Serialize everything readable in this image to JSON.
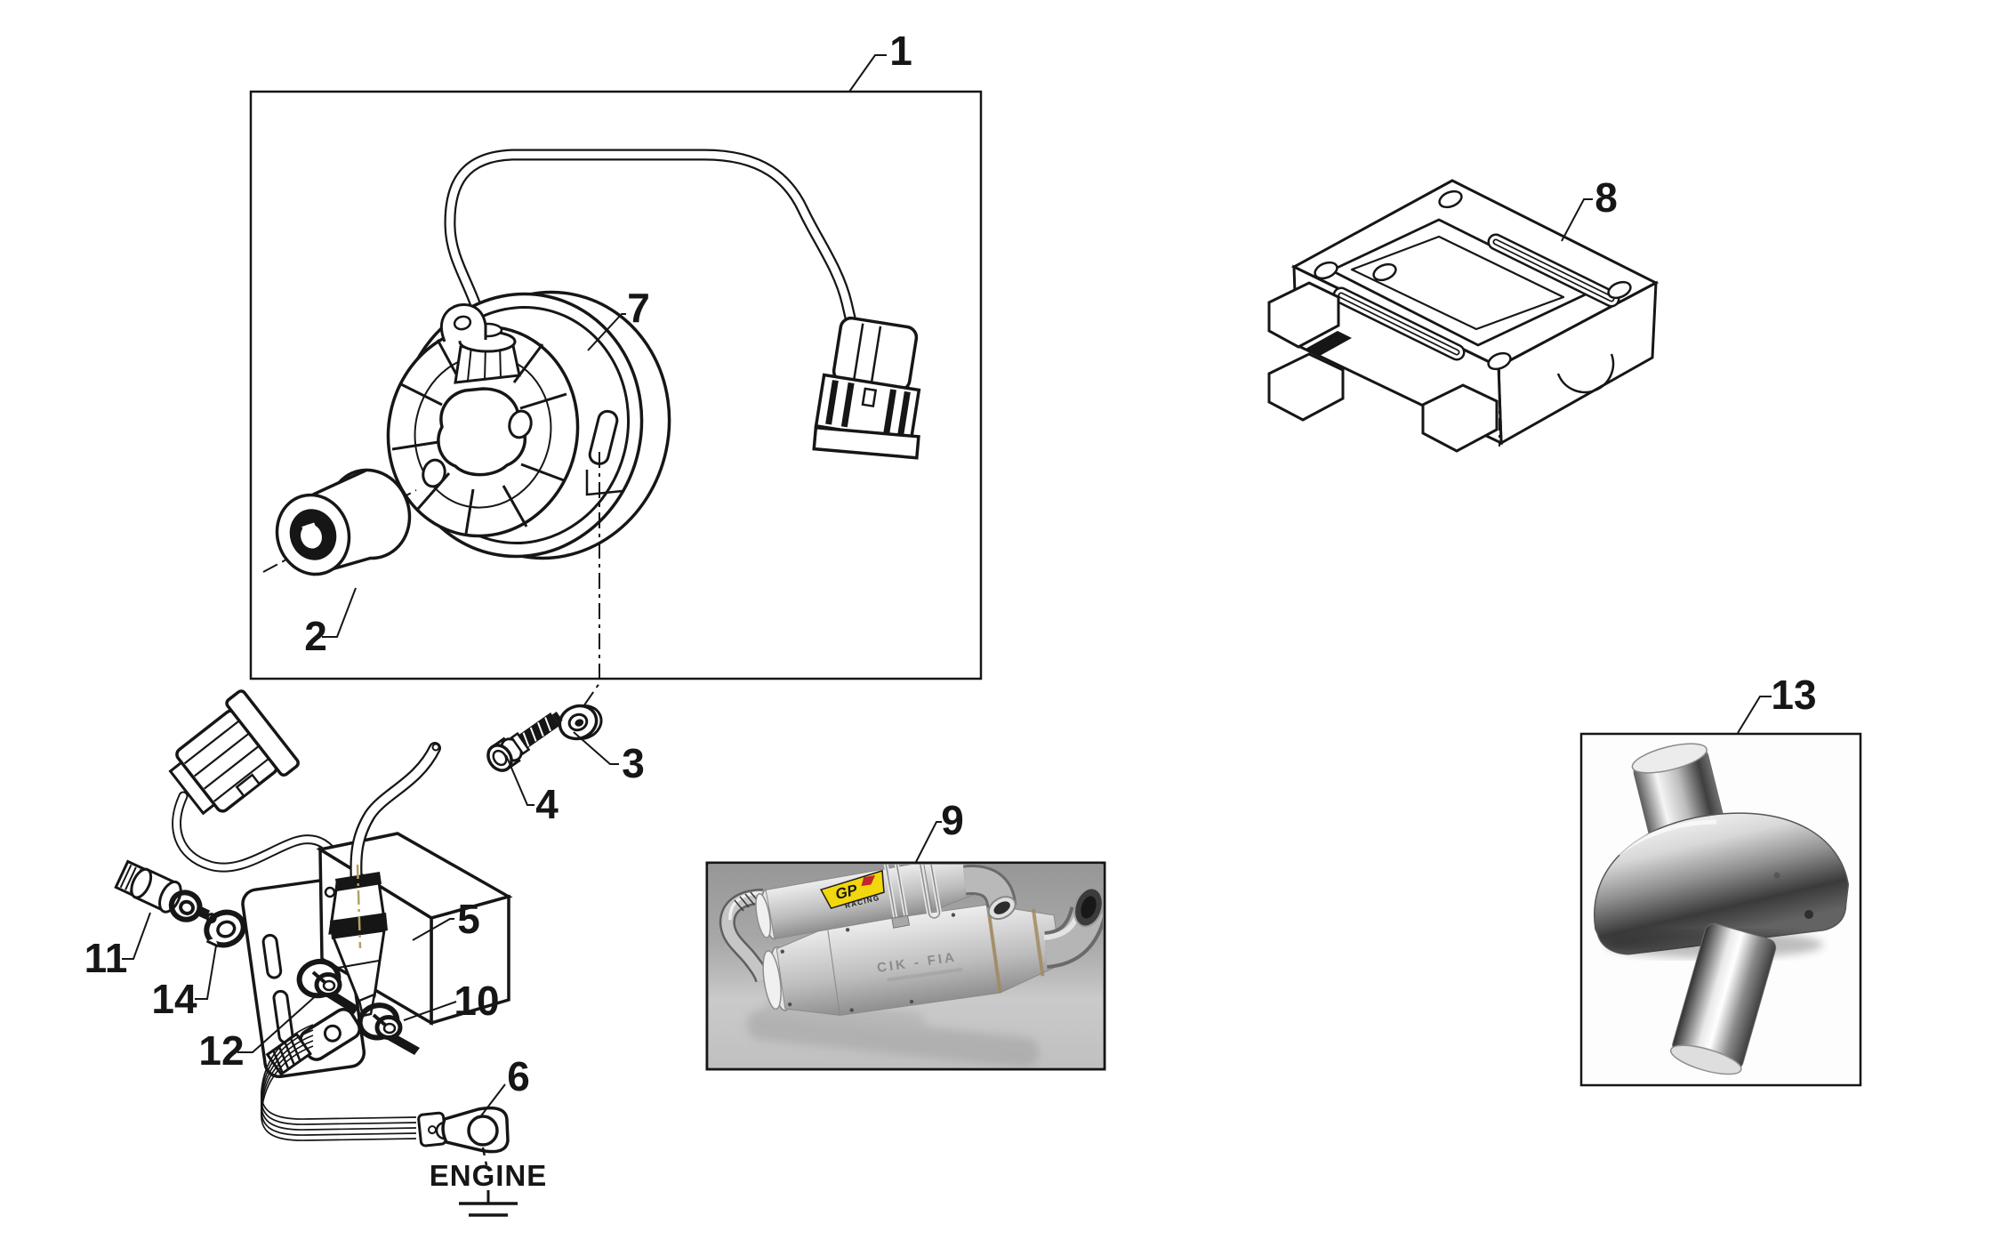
{
  "diagram": {
    "callouts": {
      "c1": "1",
      "c2": "2",
      "c3": "3",
      "c4": "4",
      "c5": "5",
      "c6": "6",
      "c7": "7",
      "c8": "8",
      "c9": "9",
      "c10": "10",
      "c11": "11",
      "c12": "12",
      "c13": "13",
      "c14": "14"
    },
    "engine_ground": {
      "label": "ENGINE"
    },
    "exhaust_photo": {
      "badge_line1": "GP",
      "badge_line2": "RACING",
      "stamped_text": "CIK - FIA"
    },
    "colors": {
      "line_ink": "#161616",
      "boot_centerline": "#b3a261",
      "badge_yellow": "#f2d70e",
      "badge_red": "#c1272d",
      "photo_background_gray": "#a6a6a6"
    }
  }
}
